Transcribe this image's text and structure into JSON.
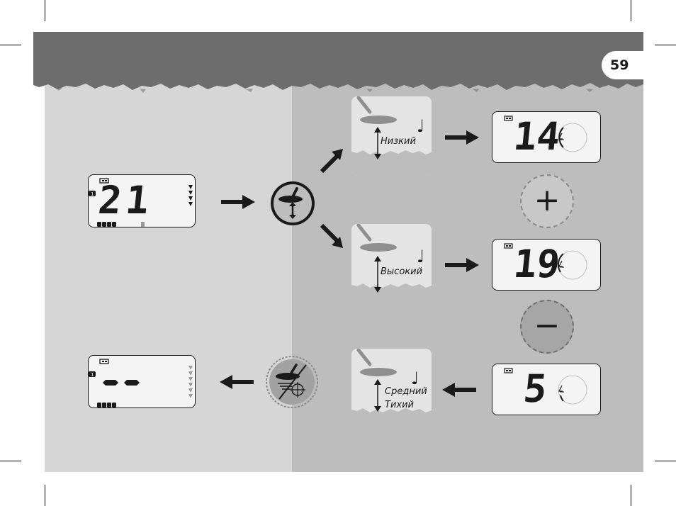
{
  "page": {
    "number": "59"
  },
  "cards": [
    {
      "label_lines": [
        "Низкий"
      ]
    },
    {
      "label_lines": [
        "Высокий"
      ]
    },
    {
      "label_lines": [
        "Средний",
        "Тихий"
      ]
    }
  ],
  "lcd_main": {
    "value": "21"
  },
  "lcd_results": [
    {
      "value": "14"
    },
    {
      "value": "19"
    },
    {
      "value": "5"
    }
  ],
  "buttons": {
    "plus": "+",
    "minus": "−"
  },
  "icons": {
    "ground_balance_button": "coil-with-arrows-icon",
    "ground_balance_off": "coil-crosshair-crossed-icon"
  },
  "colors": {
    "header": "#6d6d6d",
    "left_panel": "#d6d6d6",
    "right_panel": "#bdbdbd",
    "ink": "#1a1a1a"
  }
}
